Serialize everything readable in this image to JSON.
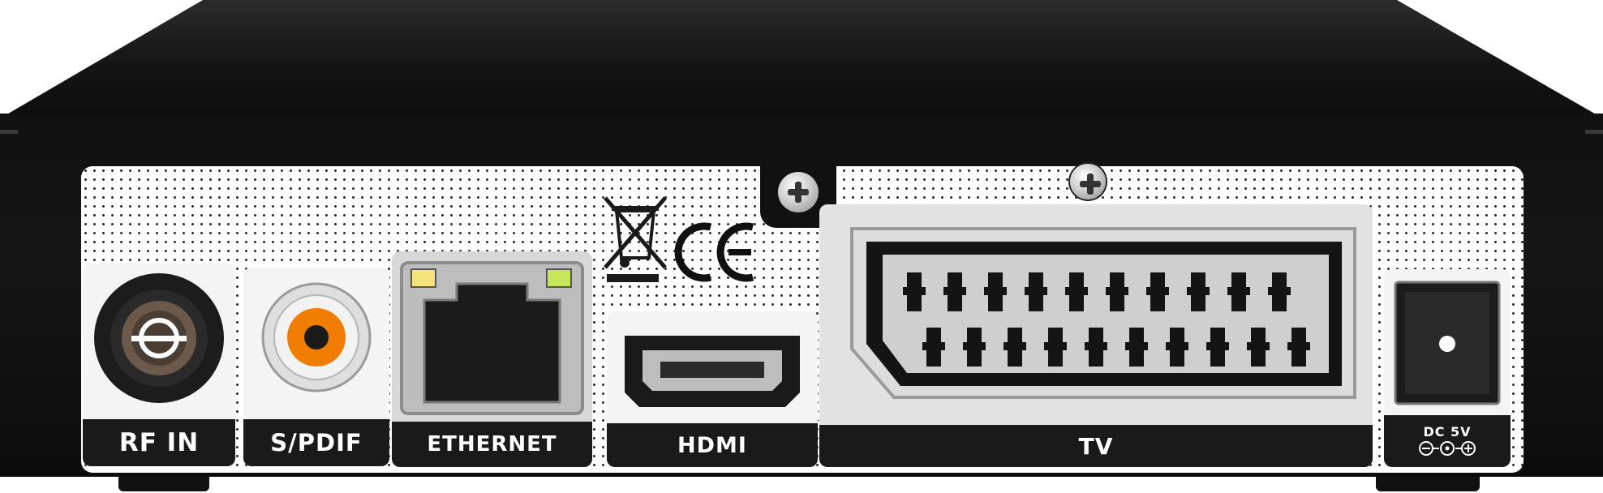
{
  "ports": {
    "rf_in": {
      "label": "RF IN"
    },
    "spdif": {
      "label": "S/PDIF"
    },
    "ethernet": {
      "label": "ETHERNET"
    },
    "hdmi": {
      "label": "HDMI"
    },
    "tv": {
      "label": "TV"
    },
    "dc": {
      "label": "DC 5V"
    }
  },
  "marks": {
    "ce": "CE"
  },
  "colors": {
    "chassis": "#111111",
    "spdif_core": "#f07d00",
    "led_left": "#f4e27a",
    "led_right": "#c8e65a"
  },
  "icons": [
    "weee-bin-icon",
    "ce-mark-icon",
    "screw-icon",
    "polarity-icon"
  ]
}
